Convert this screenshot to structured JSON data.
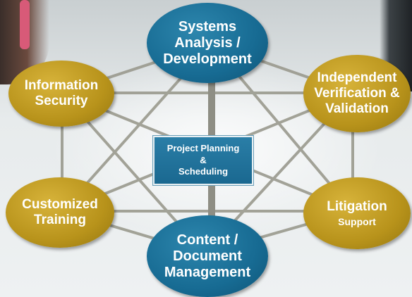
{
  "diagram": {
    "center": {
      "line1": "Project Planning",
      "line2": "&",
      "line3": "Scheduling"
    },
    "nodes": {
      "systems": {
        "line1": "Systems",
        "line2": "Analysis /",
        "line3": "Development"
      },
      "info_security": {
        "line1": "Information",
        "line2": "Security"
      },
      "ivv": {
        "line1": "Independent",
        "line2": "Verification &",
        "line3": "Validation"
      },
      "training": {
        "line1": "Customized",
        "line2": "Training"
      },
      "litigation": {
        "line1": "Litigation",
        "line2": "Support"
      },
      "content": {
        "line1": "Content /",
        "line2": "Document",
        "line3": "Management"
      }
    },
    "colors": {
      "gold": "#b8931b",
      "blue": "#176b93",
      "connector": "#9a9a8e"
    }
  }
}
